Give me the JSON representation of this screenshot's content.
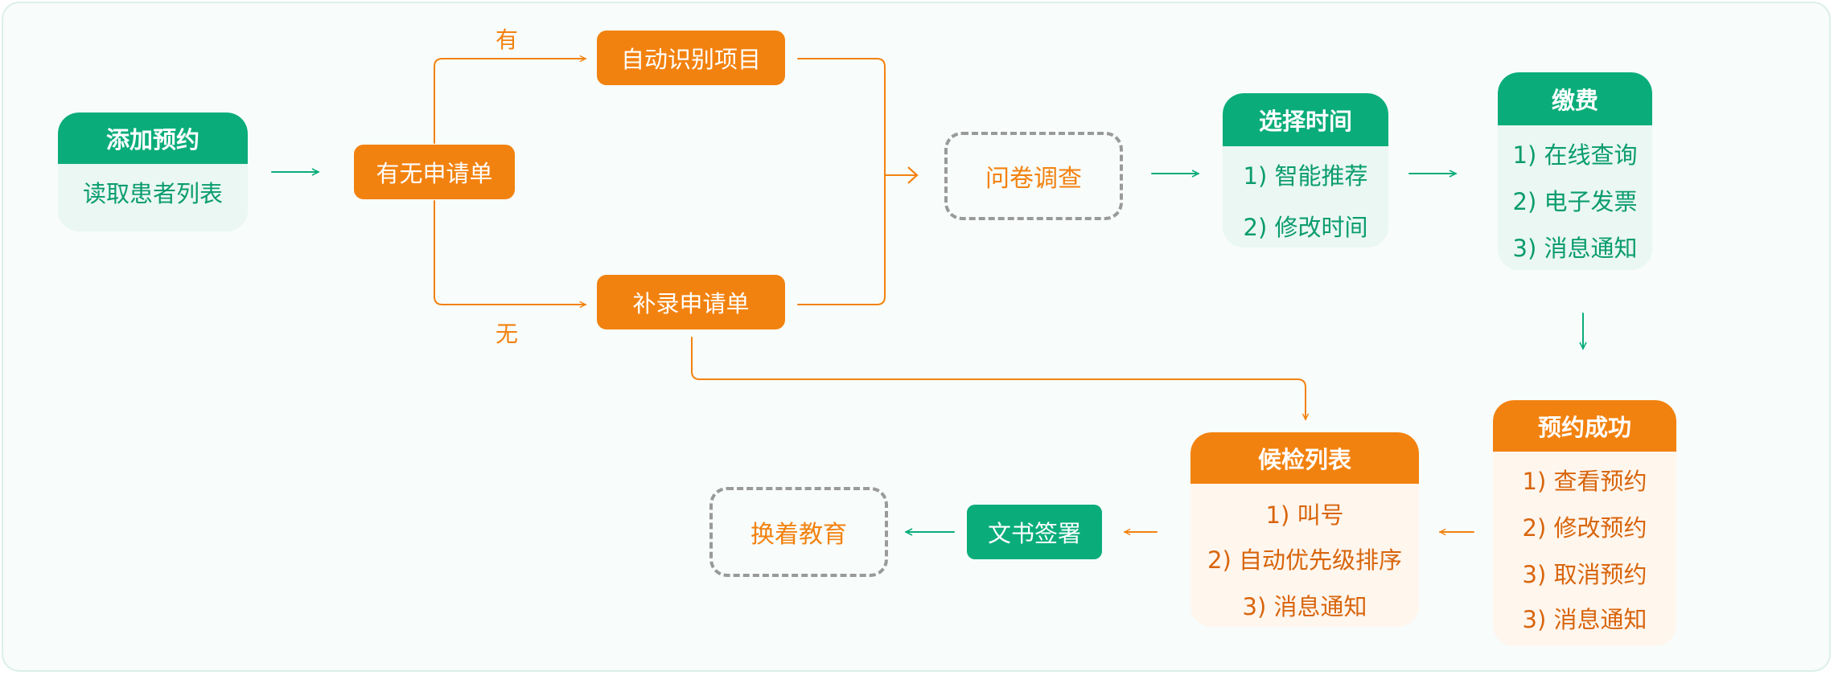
{
  "colors": {
    "orange": "#f2820f",
    "green": "#0aad7a",
    "green_text": "#0a9c6e",
    "orange_text": "#d8650c",
    "dashed_border": "#9a9a9a"
  },
  "add_appointment": {
    "title": "添加预约",
    "items": [
      "读取患者列表"
    ]
  },
  "has_request": "有无申请单",
  "branch_yes": "有",
  "branch_no": "无",
  "auto_identify": "自动识别项目",
  "supplement_request": "补录申请单",
  "questionnaire": "问卷调查",
  "select_time": {
    "title": "选择时间",
    "items": [
      "1) 智能推荐",
      "2) 修改时间"
    ]
  },
  "payment": {
    "title": "缴费",
    "items": [
      "1) 在线查询",
      "2) 电子发票",
      "3) 消息通知"
    ]
  },
  "booking_success": {
    "title": "预约成功",
    "items": [
      "1) 查看预约",
      "2) 修改预约",
      "3) 取消预约",
      "3) 消息通知"
    ]
  },
  "waiting_list": {
    "title": "候检列表",
    "items": [
      "1) 叫号",
      "2) 自动优先级排序",
      "3) 消息通知"
    ]
  },
  "document_sign": "文书签署",
  "patient_education": "换着教育"
}
